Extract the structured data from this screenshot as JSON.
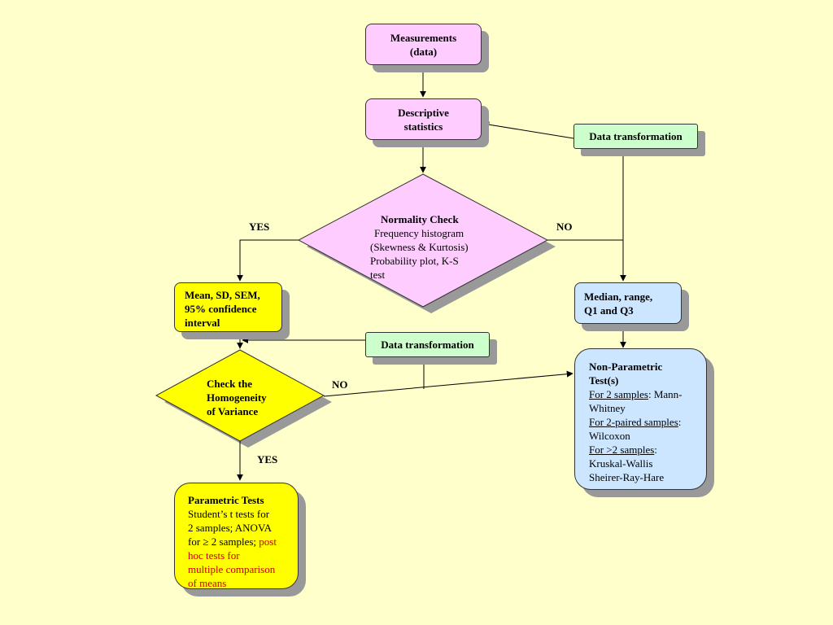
{
  "measurements": {
    "line1": "Measurements",
    "line2": "(data)"
  },
  "descriptive": {
    "line1": "Descriptive",
    "line2": "statistics"
  },
  "data_transform_top": "Data transformation",
  "data_transform_mid": "Data transformation",
  "normality": {
    "title": "Normality Check",
    "line1": "Frequency histogram",
    "line2": "(Skewness & Kurtosis)",
    "line3": "Probability plot, K-S",
    "line4": "test"
  },
  "labels": {
    "yes_left": "YES",
    "no_right": "NO",
    "no_mid": "NO",
    "yes_bottom": "YES"
  },
  "mean_box": {
    "line1": "Mean, SD, SEM,",
    "line2": "95% confidence",
    "line3": "interval"
  },
  "median_box": {
    "line1": "Median, range,",
    "line2": "Q1 and Q3"
  },
  "homogeneity": {
    "line1": "Check the",
    "line2": "Homogeneity",
    "line3": "of Variance"
  },
  "parametric": {
    "title": "Parametric Tests",
    "line1": "Student’s t tests for",
    "line2": "2 samples; ANOVA",
    "line3a": "for ≥ 2 samples; ",
    "line3b": "post",
    "line4": "hoc tests for",
    "line5": "multiple comparison",
    "line6": "of means"
  },
  "nonparametric": {
    "title1": "Non-Parametric",
    "title2": "Test(s)",
    "s1_label": "For 2 samples",
    "s1_rest": ": Mann-",
    "s1_line2": "Whitney",
    "s2_label": "For 2-paired samples",
    "s2_rest": ":",
    "s2_line2": "Wilcoxon",
    "s3_label": "For >2 samples",
    "s3_rest": ":",
    "s3_line2": "Kruskal-Wallis",
    "s3_line3": "Sheirer-Ray-Hare"
  },
  "colors": {
    "background": "#ffffcc",
    "pink": "#ffccff",
    "green": "#ccffcc",
    "yellow": "#ffff00",
    "blue": "#cce6ff",
    "shadow": "#999999",
    "highlight_text": "#cc0000"
  }
}
